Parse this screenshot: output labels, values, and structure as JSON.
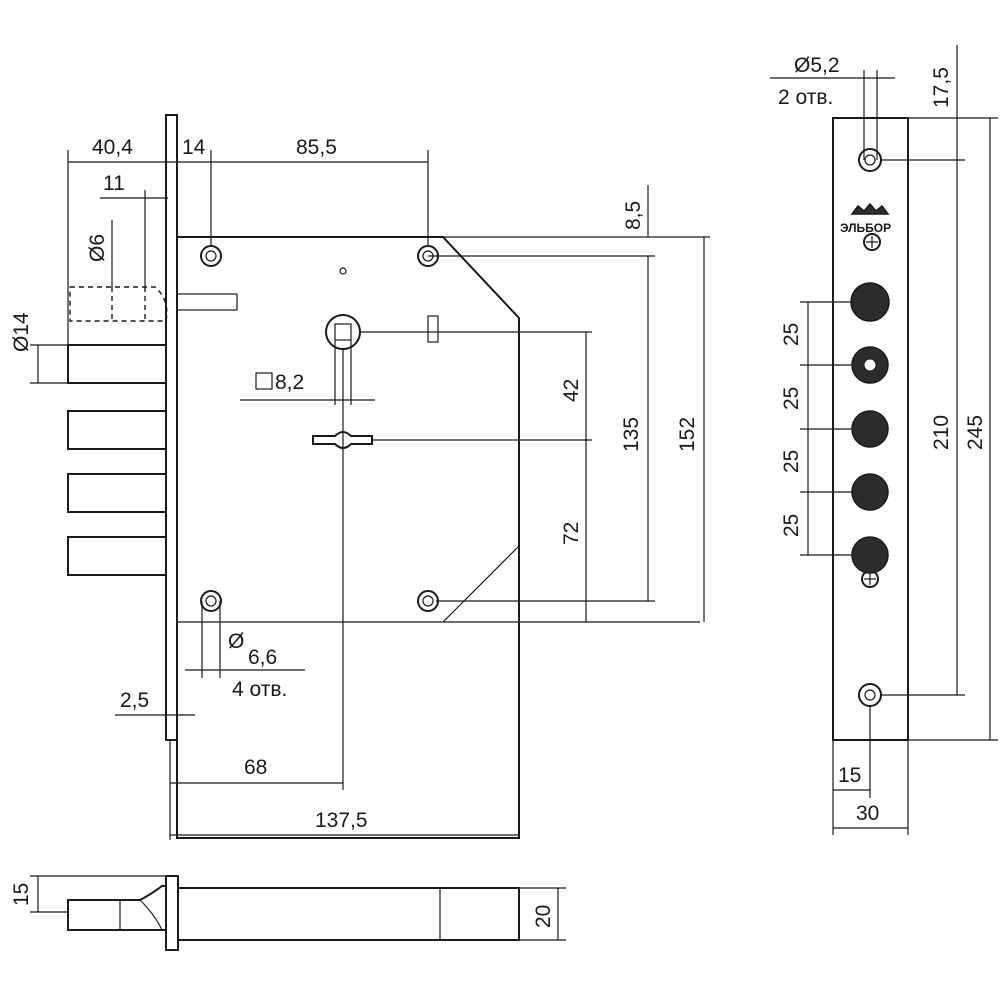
{
  "dimensions": {
    "d40_4": "40,4",
    "d14_top": "14",
    "d85_5": "85,5",
    "d11": "11",
    "d6": "Ø6",
    "d14_side": "Ø14",
    "d8_5": "8,5",
    "d8_2": "8,2",
    "d42": "42",
    "d135": "135",
    "d152": "152",
    "d72": "72",
    "d6_6": "6,6",
    "d6_6_sym": "Ø",
    "d6_6_note": "4 отв.",
    "d2_5": "2,5",
    "d68": "68",
    "d137_5": "137,5",
    "d15_bottom": "15",
    "d20": "20"
  },
  "strike_plate": {
    "hole_dia": "Ø5,2",
    "hole_note": "2 отв.",
    "d17_5": "17,5",
    "pitch_1": "25",
    "pitch_2": "25",
    "pitch_3": "25",
    "pitch_4": "25",
    "d210": "210",
    "d245": "245",
    "d15": "15",
    "d30": "30",
    "brand": "ЭЛЬБОР"
  }
}
